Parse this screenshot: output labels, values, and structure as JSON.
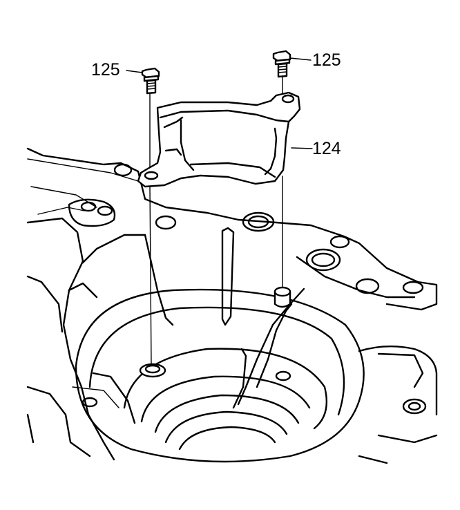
{
  "callouts": {
    "bolt_left": "125",
    "bolt_right": "125",
    "shield": "124"
  }
}
